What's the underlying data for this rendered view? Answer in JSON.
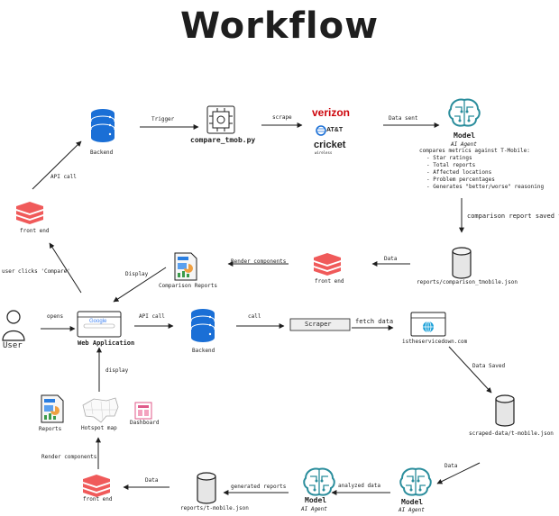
{
  "title": "Workflow",
  "nodes": {
    "backend_top": "Backend",
    "compare_script": "compare_tmob.py",
    "carrier_verizon": "verizon",
    "carrier_att": "AT&T",
    "carrier_cricket": "cricket",
    "carrier_cricket_sub": "wireless",
    "model_top": "Model",
    "model_top_sub": "AI Agent",
    "front_end_left": "front end",
    "comparison_reports": "Comparison Reports",
    "front_end_mid": "front end",
    "comparison_json": "reports/comparison_tmobile.json",
    "user": "User",
    "web_app": "Web Application",
    "search_brand": "Google",
    "backend_mid": "Backend",
    "scraper": "Scraper",
    "site": "istheservicedown.com",
    "reports": "Reports",
    "hotspot_map": "Hotspot map",
    "dashboard": "Dashboard",
    "scraped_json": "scraped-data/t-mobile.json",
    "front_end_bottom": "front end",
    "reports_json": "reports/t-mobile.json",
    "model_bottom_mid": "Model",
    "model_bottom_mid_sub": "AI Agent",
    "model_bottom_right": "Model",
    "model_bottom_right_sub": "AI Agent"
  },
  "edges": {
    "trigger": "Trigger",
    "scrape": "scrape",
    "data_sent": "Data sent",
    "comparison_saved": "comparison report saved to",
    "data_top": "Data",
    "render_components_top": "Render components",
    "display_top": "Display",
    "api_call_left": "API call",
    "user_clicks": "user clicks 'Compare'",
    "opens": "opens",
    "api_call_mid": "API call",
    "call": "call",
    "fetch_data": "fetch data",
    "data_saved": "Data Saved",
    "display_bottom": "display",
    "render_components_bottom": "Render components",
    "data_bottom_left": "Data",
    "generated_reports": "generated reports",
    "analyzed_data": "analyzed data",
    "data_bottom_right": "Data"
  },
  "model_notes": {
    "heading": "compares metrics against T-Mobile:",
    "items": [
      "Star ratings",
      "Total reports",
      "Affected locations",
      "Problem percentages",
      "Generates \"better/worse\" reasoning"
    ]
  },
  "colors": {
    "db_blue": "#1a6fd6",
    "stack_red": "#f05a5a",
    "teal_brain": "#2a8d9c",
    "verizon_red": "#cd040b",
    "stroke": "#1e1e1e"
  },
  "icons": {
    "database": "database-icon",
    "layers": "layers-icon",
    "brain": "brain-icon",
    "document": "document-icon",
    "browser": "browser-icon",
    "cylinder": "cylinder-icon",
    "user": "user-icon",
    "map": "map-icon"
  }
}
